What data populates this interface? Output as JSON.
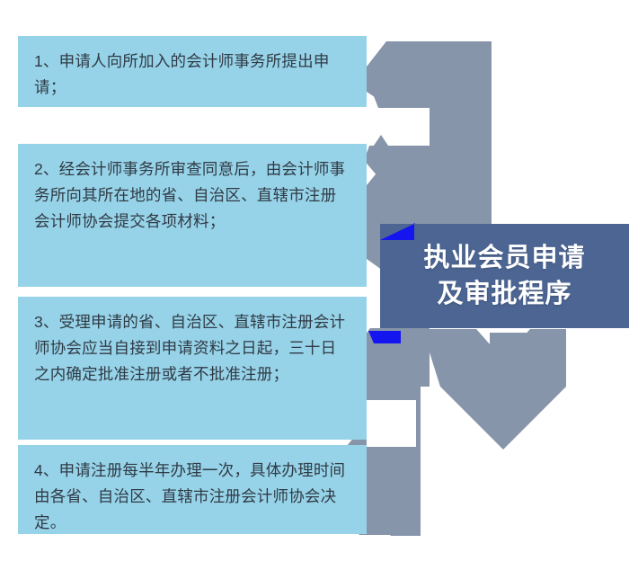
{
  "diagram": {
    "kind": "process-flow",
    "orientation": "right-to-left-chevrons",
    "colors": {
      "step_box": "#97d3e8",
      "chevron": "#8795aa",
      "title_panel": "#4c6593",
      "accent": "#1515f0",
      "step_text": "#2f3a45",
      "title_text": "#ffffff",
      "background": "#ffffff"
    },
    "title": {
      "line1": "执业会员申请",
      "line2": "及审批程序",
      "full": "执业会员申请及审批程序"
    },
    "steps": [
      {
        "index": "1",
        "text": "1、申请人向所加入的会计师事务所提出申请；"
      },
      {
        "index": "2",
        "text": "2、经会计师事务所审查同意后，由会计师事务所向其所在地的省、自治区、直辖市注册会计师协会提交各项材料；"
      },
      {
        "index": "3",
        "text": "3、受理申请的省、自治区、直辖市注册会计师协会应当自接到申请资料之日起，三十日之内确定批准注册或者不批准注册；"
      },
      {
        "index": "4",
        "text": "4、申请注册每半年办理一次，具体办理时间由各省、自治区、直辖市注册会计师协会决定。"
      }
    ],
    "chevrons": [
      {
        "name": "chevron-1",
        "points_to": "step-1"
      },
      {
        "name": "chevron-2",
        "points_to": "step-2"
      },
      {
        "name": "chevron-3",
        "points_to": "step-3"
      },
      {
        "name": "chevron-4",
        "points_to": "step-4"
      }
    ]
  }
}
